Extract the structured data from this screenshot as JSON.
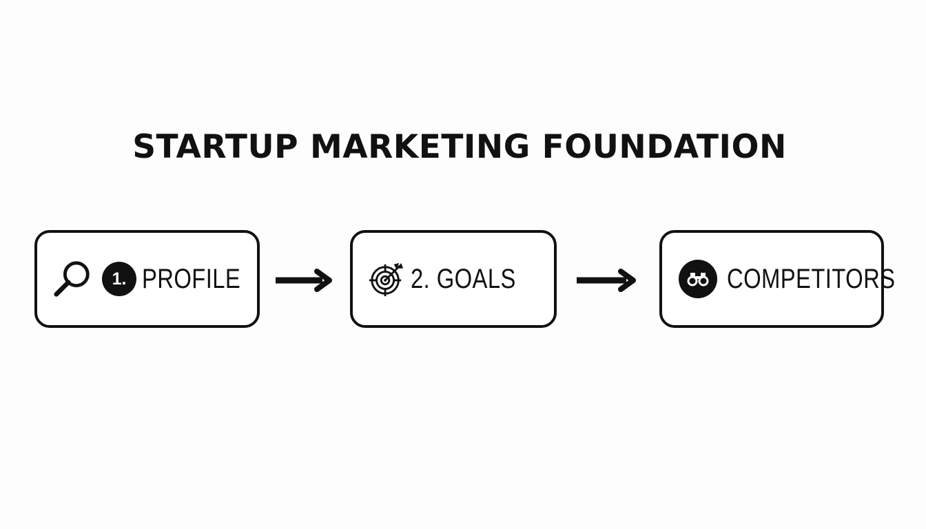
{
  "title": "STARTUP MARKETING FOUNDATION",
  "steps": [
    {
      "icon": "magnifying-glass-icon",
      "badge": "1.",
      "label": "PROFILE"
    },
    {
      "icon": "target-icon",
      "label": "2. GOALS"
    },
    {
      "icon": "binoculars-icon",
      "label": "COMPETITORS"
    }
  ],
  "colors": {
    "stroke": "#111111",
    "background": "#fdfdfd",
    "box_fill": "#ffffff"
  }
}
